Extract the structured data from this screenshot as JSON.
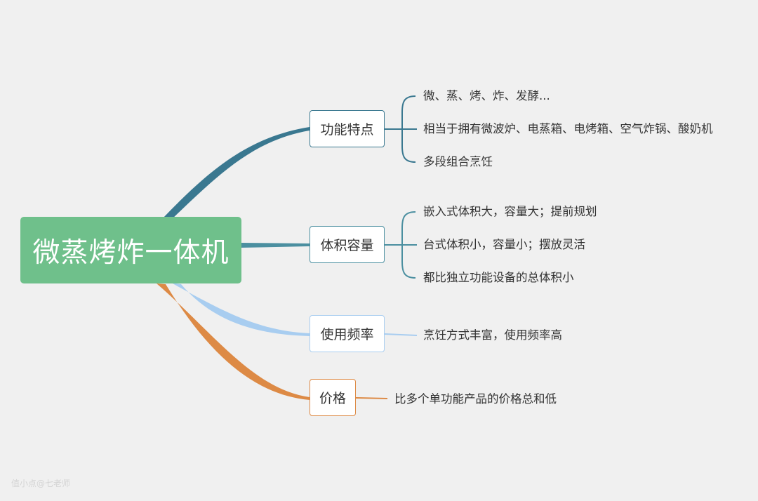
{
  "root": {
    "label": "微蒸烤炸一体机",
    "color": "#6fc08b"
  },
  "branches": [
    {
      "label": "功能特点",
      "color": "#3a7890",
      "items": [
        "微、蒸、烤、炸、发酵...",
        "相当于拥有微波炉、电蒸箱、电烤箱、空气炸锅、酸奶机",
        "多段组合烹饪"
      ]
    },
    {
      "label": "体积容量",
      "color": "#4b8fa0",
      "items": [
        "嵌入式体积大，容量大；提前规划",
        "台式体积小，容量小；摆放灵活",
        "都比独立功能设备的总体积小"
      ]
    },
    {
      "label": "使用频率",
      "color": "#a8cdf0",
      "items": [
        "烹饪方式丰富，使用频率高"
      ]
    },
    {
      "label": "价格",
      "color": "#dd8a45",
      "items": [
        "比多个单功能产品的价格总和低"
      ]
    }
  ],
  "watermark": "值小点@七老师"
}
